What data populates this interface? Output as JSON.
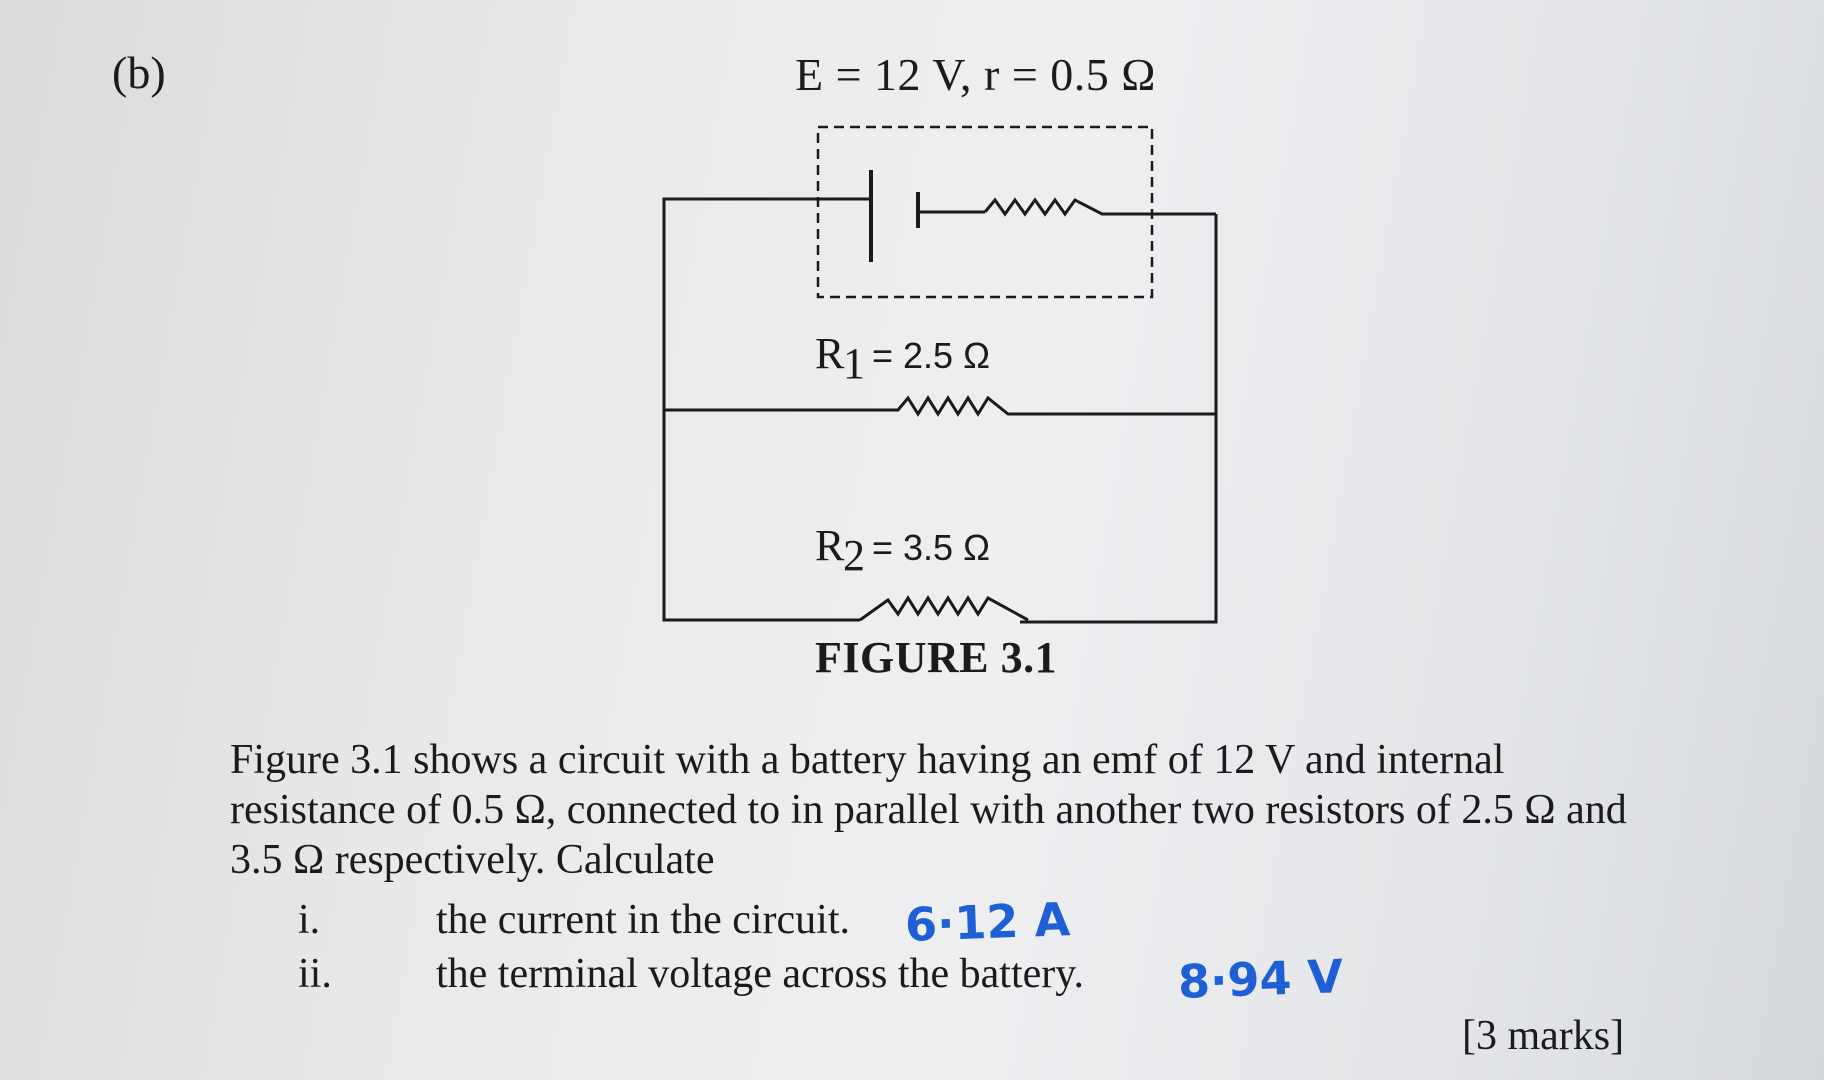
{
  "part_label": "(b)",
  "emf_label": "E = 12 V, r = 0.5 Ω",
  "circuit": {
    "r1_label": "R",
    "r1_subscript": "1",
    "r1_value": "= 2.5 Ω",
    "r2_label": "R",
    "r2_subscript": "2",
    "r2_value": "= 3.5 Ω"
  },
  "figure_caption": "FIGURE 3.1",
  "question_text": "Figure 3.1 shows a circuit with a battery having an emf of 12 V and internal resistance of 0.5 Ω, connected to in parallel with another two resistors of 2.5 Ω and 3.5 Ω respectively. Calculate",
  "items": [
    {
      "number": "i.",
      "text": "the current in the circuit.",
      "answer": "6·12 A"
    },
    {
      "number": "ii.",
      "text": "the terminal voltage across the battery.",
      "answer": "8·94 V"
    }
  ],
  "marks": "[3 marks]",
  "colors": {
    "ink": "#1b1b1b",
    "handwriting": "#1f5fd6",
    "paper": "#eceef0"
  }
}
